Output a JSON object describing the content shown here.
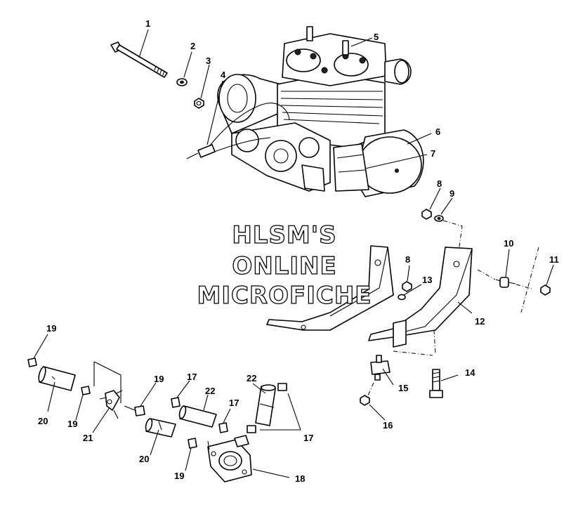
{
  "watermark": {
    "line1": "HLSM'S",
    "line2": "ONLINE",
    "line3": "MICROFICHE"
  },
  "callouts": {
    "c1": "1",
    "c2": "2",
    "c3": "3",
    "c4": "4",
    "c5": "5",
    "c6": "6",
    "c7": "7",
    "c8a": "8",
    "c9": "9",
    "c8b": "8",
    "c13": "13",
    "c10": "10",
    "c11": "11",
    "c12": "12",
    "c14": "14",
    "c15": "15",
    "c16": "16",
    "c19a": "19",
    "c20a": "20",
    "c19b": "19",
    "c21": "21",
    "c19c": "19",
    "c17a": "17",
    "c22a": "22",
    "c17b": "17",
    "c22b": "22",
    "c17c": "17",
    "c20b": "20",
    "c19d": "19",
    "c18": "18"
  }
}
